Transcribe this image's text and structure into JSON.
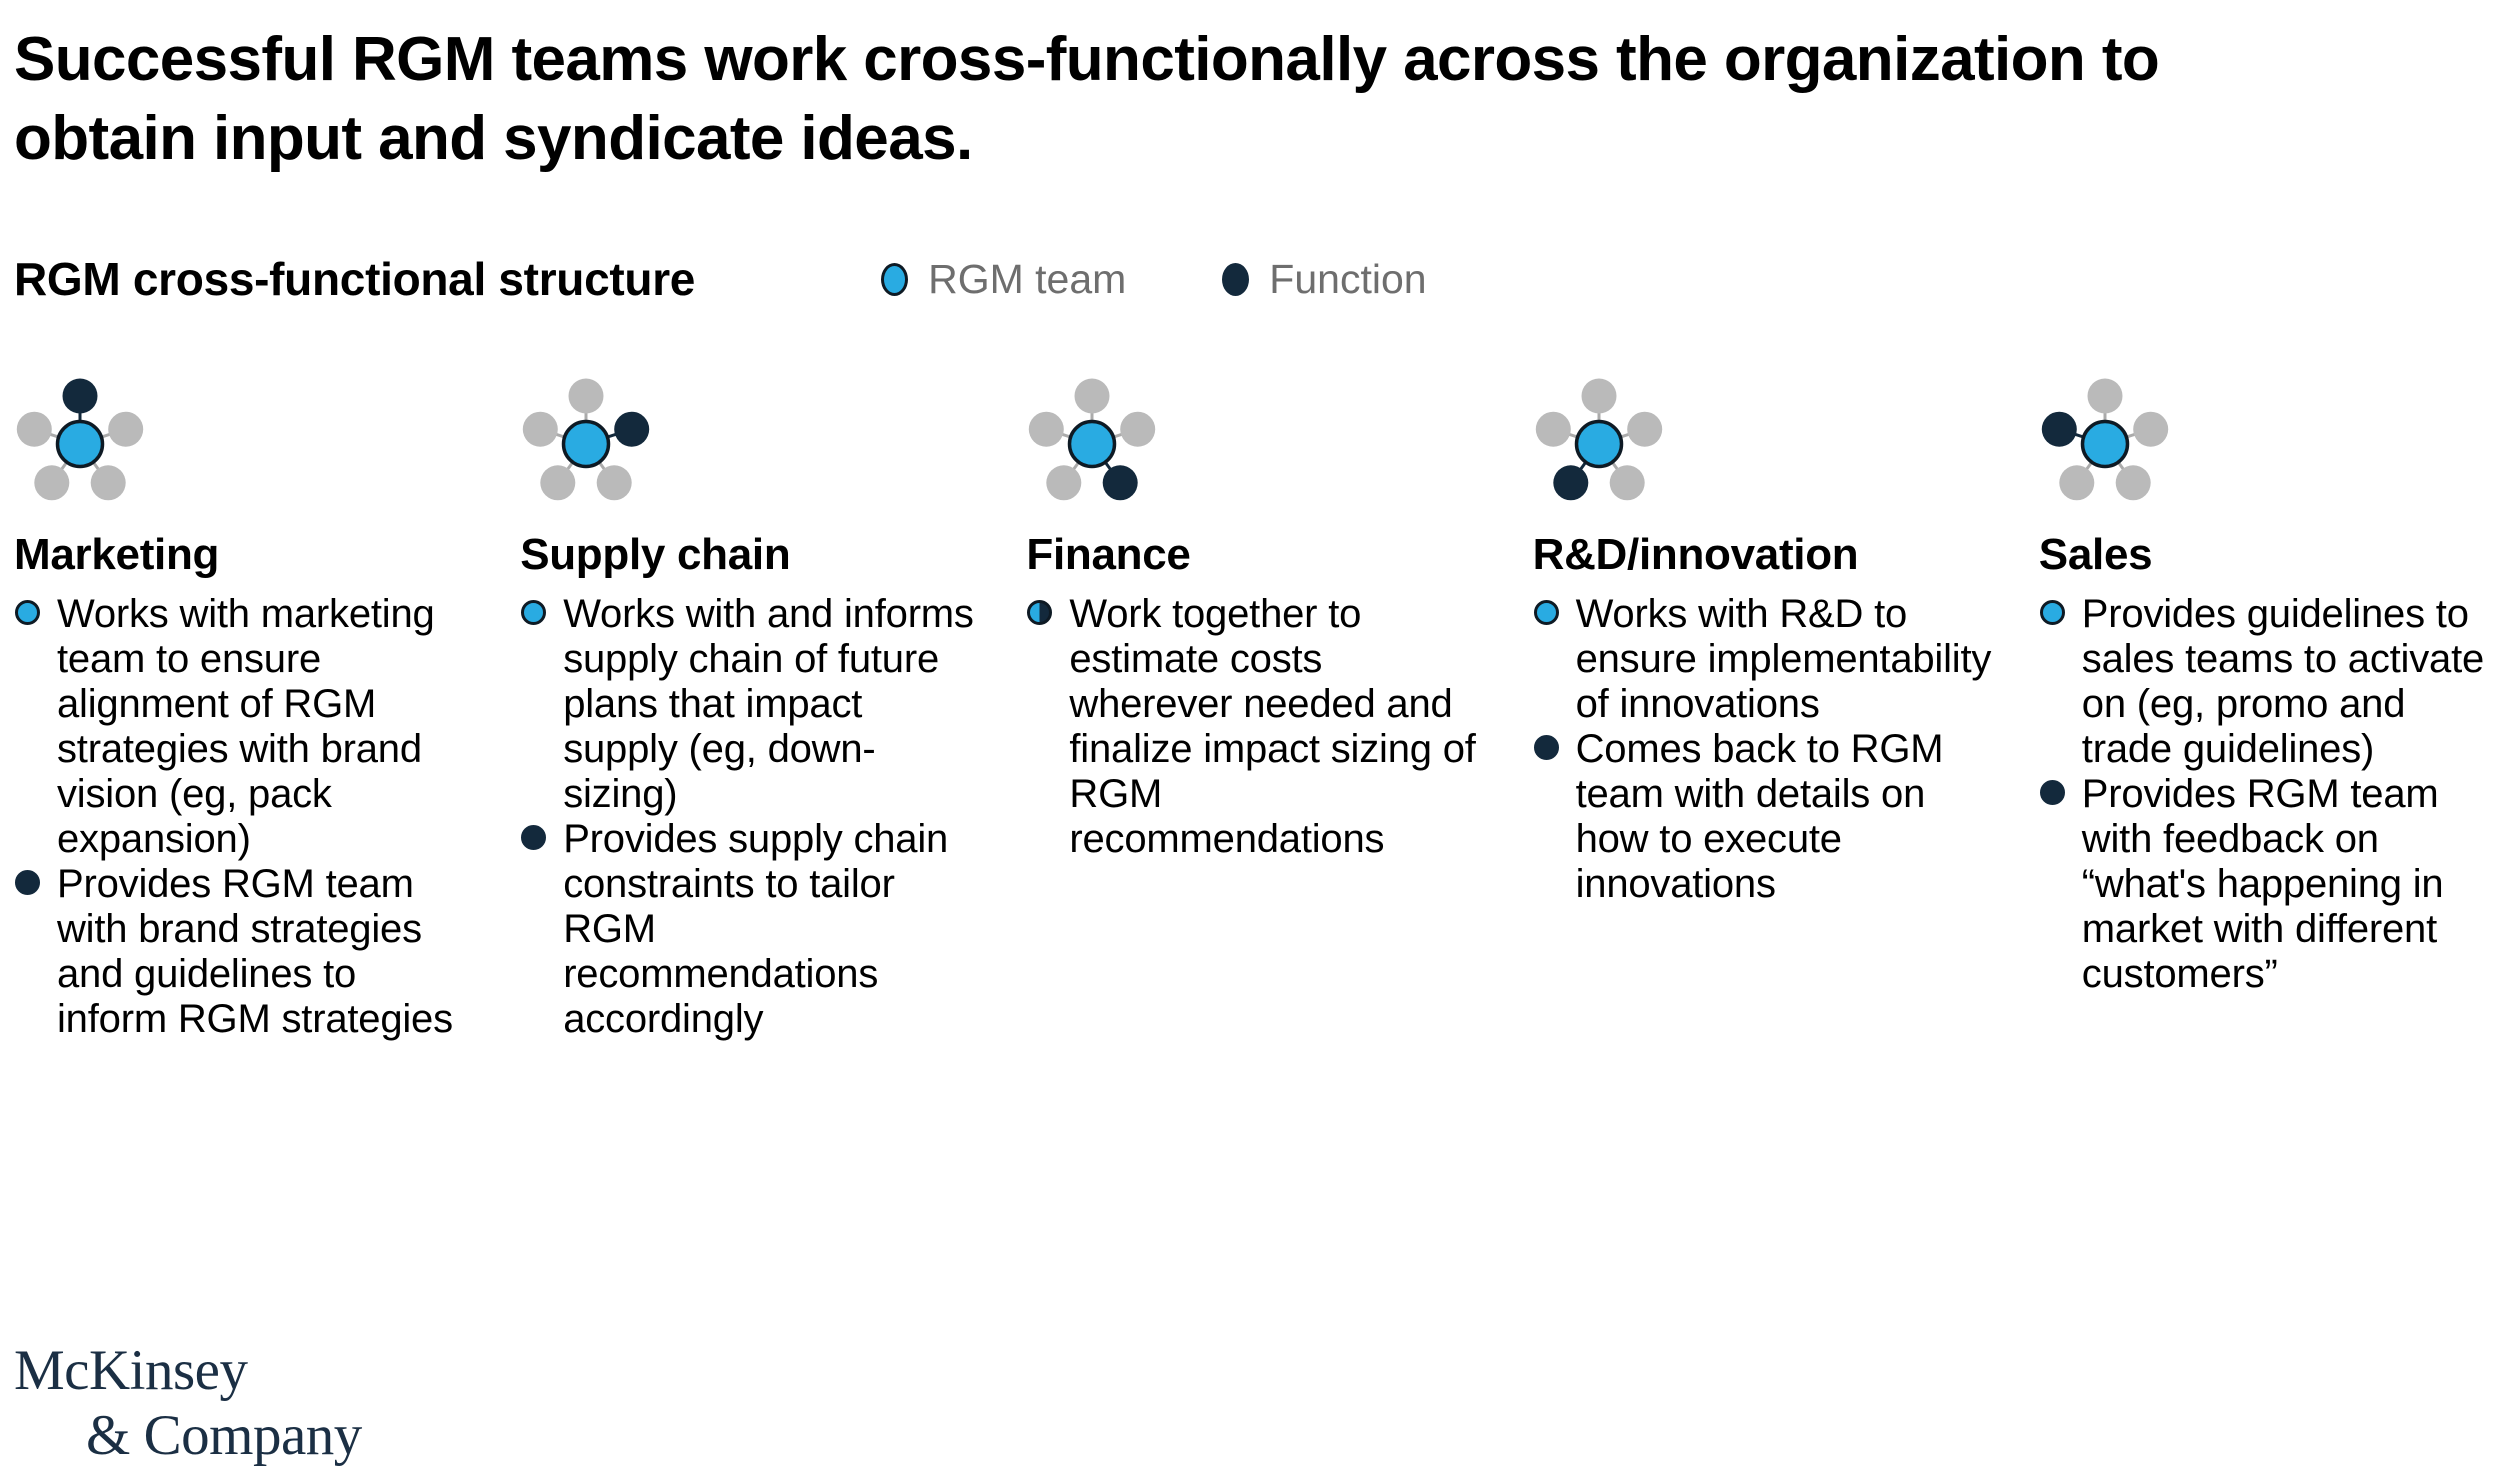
{
  "title": {
    "line1": "Successful RGM teams work cross-functionally across the organization to",
    "line2": "obtain input and syndicate ideas."
  },
  "section": {
    "title": "RGM cross-functional structure"
  },
  "legend": {
    "items": [
      {
        "label": "RGM team",
        "marker": "rgm",
        "color": "#29ABE2"
      },
      {
        "label": "Function",
        "marker": "function",
        "color": "#13293C"
      }
    ]
  },
  "colors": {
    "rgm_blue": "#29ABE2",
    "function_navy": "#13293C",
    "neutral_gray": "#BABABA",
    "line_gray": "#ABABAB",
    "legend_text_gray": "#6E6E6E",
    "logo_navy": "#1B2F44"
  },
  "columns": [
    {
      "name": "Marketing",
      "highlight_position": "top",
      "highlight_index": 0,
      "bullets": [
        {
          "marker": "rgm",
          "text": "Works with marketing team to ensure alignment of RGM strategies with brand vision (eg, pack expansion)"
        },
        {
          "marker": "function",
          "text": "Provides RGM team with brand strategies and guidelines to inform RGM strategies"
        }
      ]
    },
    {
      "name": "Supply chain",
      "highlight_position": "upper-right",
      "highlight_index": 1,
      "bullets": [
        {
          "marker": "rgm",
          "text": "Works with and informs supply chain of future plans that impact supply (eg, down-sizing)"
        },
        {
          "marker": "function",
          "text": "Provides supply chain constraints to tailor RGM recommendations accordingly"
        }
      ]
    },
    {
      "name": "Finance",
      "highlight_position": "lower-right",
      "highlight_index": 2,
      "bullets": [
        {
          "marker": "both",
          "text": "Work together to estimate costs wherever needed and finalize impact sizing of RGM recommendations"
        }
      ]
    },
    {
      "name": "R&D/innovation",
      "highlight_position": "lower-left",
      "highlight_index": 3,
      "bullets": [
        {
          "marker": "rgm",
          "text": "Works with R&D to ensure implementability of innovations"
        },
        {
          "marker": "function",
          "text": "Comes back to RGM team with details on how to execute innovations"
        }
      ]
    },
    {
      "name": "Sales",
      "highlight_position": "upper-left",
      "highlight_index": 4,
      "bullets": [
        {
          "marker": "rgm",
          "text": "Provides guidelines to sales teams to activate on (eg, promo and trade guidelines)"
        },
        {
          "marker": "function",
          "text": "Provides RGM team with feedback on “what's happening in market with different customers”"
        }
      ]
    }
  ],
  "logo": {
    "line1": "McKinsey",
    "line2": "& Company"
  }
}
